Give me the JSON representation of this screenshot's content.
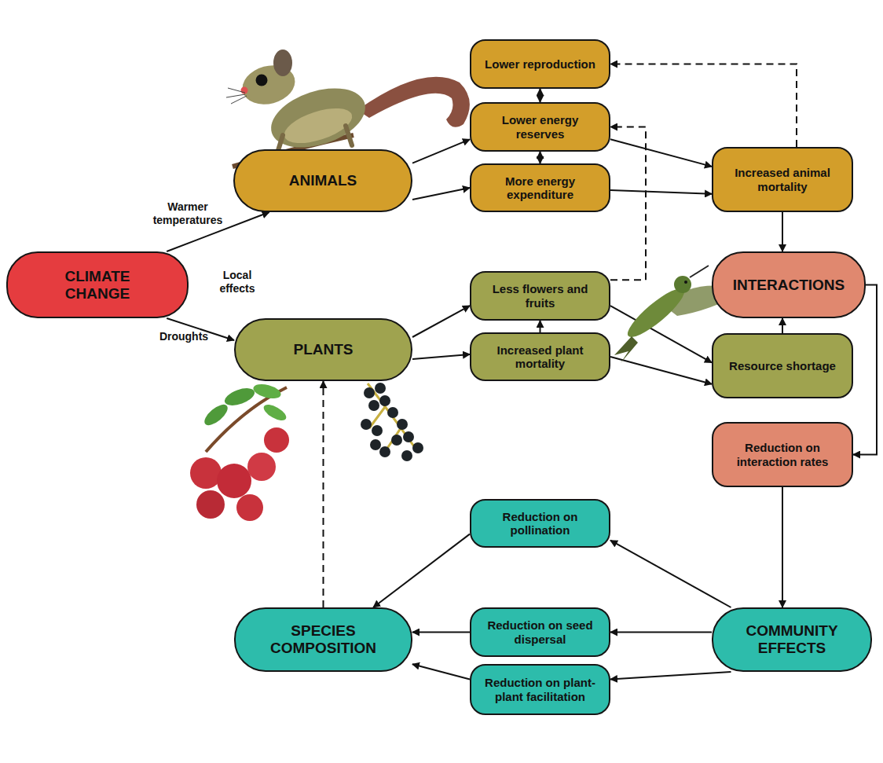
{
  "diagram": {
    "nodes": [
      {
        "text": [
          "CLIMATE CHANGE"
        ]
      },
      {
        "text": [
          "ANIMALS"
        ]
      },
      {
        "text": [
          "Lower reproduction"
        ]
      },
      {
        "text": [
          "Lower energy reserves"
        ]
      },
      {
        "text": [
          "More energy expenditure"
        ]
      },
      {
        "text": [
          "Increased animal mortality"
        ]
      },
      {
        "text": [
          "INTERACTIONS"
        ]
      },
      {
        "text": [
          "PLANTS"
        ]
      },
      {
        "text": [
          "Less flowers and fruits"
        ]
      },
      {
        "text": [
          "Increased plant mortality"
        ]
      },
      {
        "text": [
          "Resource shortage"
        ]
      },
      {
        "text": [
          "Reduction on interaction rates"
        ]
      },
      {
        "text": [
          "Reduction on pollination"
        ]
      },
      {
        "text": [
          "SPECIES COMPOSITION"
        ]
      },
      {
        "text": [
          "Reduction on seed dispersal"
        ]
      },
      {
        "text": [
          "COMMUNITY EFFECTS"
        ]
      },
      {
        "text": [
          "Reduction on plant-plant facilitation"
        ]
      }
    ],
    "edges": [
      {
        "from": 0,
        "to": 1,
        "arrow": "to",
        "label": "Warmer temperatures"
      },
      {
        "from": 0,
        "to": 7,
        "arrow": "to",
        "label": "Droughts"
      },
      {
        "from": 1,
        "to": 3,
        "arrow": "to"
      },
      {
        "from": 1,
        "to": 4,
        "arrow": "to"
      },
      {
        "from": 2,
        "to": 3,
        "arrow": "both"
      },
      {
        "from": 3,
        "to": 4,
        "arrow": "both"
      },
      {
        "from": 3,
        "to": 5,
        "arrow": "to"
      },
      {
        "from": 4,
        "to": 5,
        "arrow": "to"
      },
      {
        "from": 5,
        "to": 2,
        "arrow": "to"
      },
      {
        "from": 5,
        "to": 6,
        "arrow": "to"
      },
      {
        "from": 7,
        "to": 8,
        "arrow": "to"
      },
      {
        "from": 7,
        "to": 9,
        "arrow": "to"
      },
      {
        "from": 9,
        "to": 8,
        "arrow": "to"
      },
      {
        "from": 8,
        "to": 3,
        "arrow": "to"
      },
      {
        "from": 8,
        "to": 10,
        "arrow": "to"
      },
      {
        "from": 9,
        "to": 10,
        "arrow": "to"
      },
      {
        "from": 10,
        "to": 6,
        "arrow": "to"
      },
      {
        "from": 6,
        "to": 11,
        "arrow": "to"
      },
      {
        "from": 11,
        "to": 15,
        "arrow": "to"
      },
      {
        "from": 15,
        "to": 12,
        "arrow": "to"
      },
      {
        "from": 15,
        "to": 14,
        "arrow": "to"
      },
      {
        "from": 15,
        "to": 16,
        "arrow": "to"
      },
      {
        "from": 12,
        "to": 13,
        "arrow": "to"
      },
      {
        "from": 14,
        "to": 13,
        "arrow": "to"
      },
      {
        "from": 16,
        "to": 13,
        "arrow": "to"
      },
      {
        "from": 13,
        "to": 7,
        "arrow": "to"
      }
    ],
    "labels": [
      "Local effects"
    ]
  }
}
